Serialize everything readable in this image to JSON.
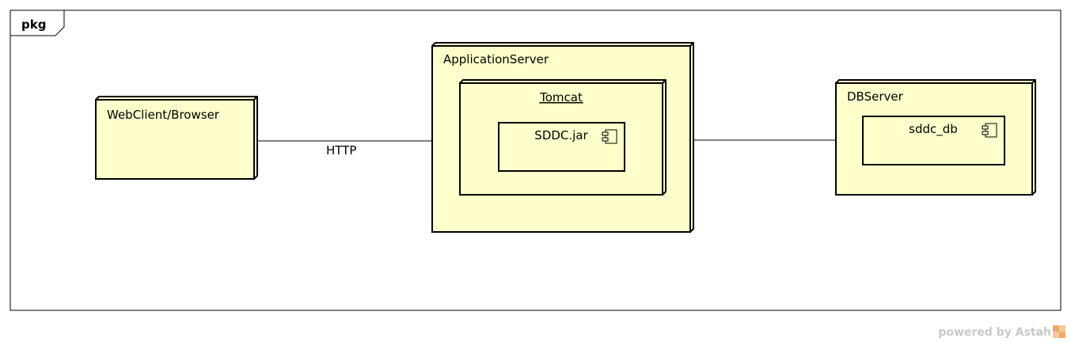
{
  "frame": {
    "label": "pkg"
  },
  "nodes": {
    "web_client": {
      "label": "WebClient/Browser"
    },
    "app_server": {
      "label": "ApplicationServer"
    },
    "tomcat": {
      "label": "Tomcat"
    },
    "sddc_jar": {
      "label": "SDDC.jar"
    },
    "db_server": {
      "label": "DBServer"
    },
    "sddc_db": {
      "label": "sddc_db"
    }
  },
  "links": {
    "client_to_app": {
      "label": "HTTP"
    },
    "app_to_db": {
      "label": ""
    }
  },
  "watermark": {
    "text": "powered by Astah"
  },
  "colors": {
    "node_fill": "#ffffcc",
    "line": "#000000",
    "watermark": "#c8c8c8",
    "logo": "#f0a868"
  }
}
